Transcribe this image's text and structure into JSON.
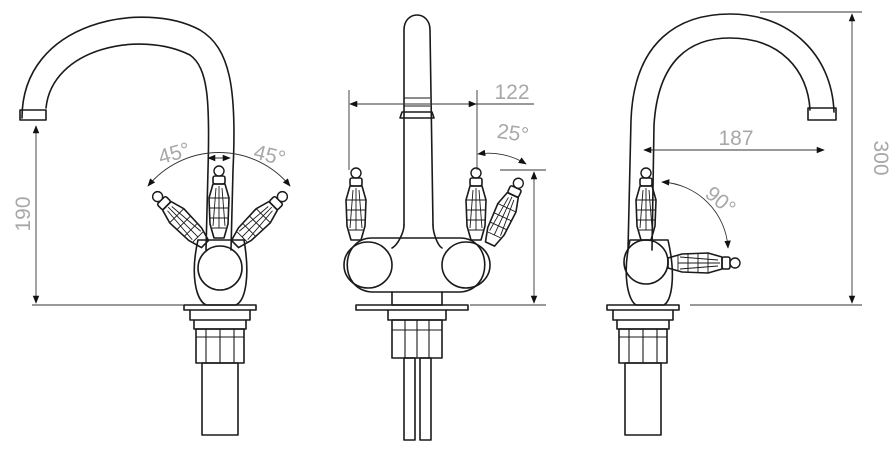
{
  "dimensions": {
    "left_height": "190",
    "left_angle_1": "45°",
    "left_angle_2": "45°",
    "center_spacing": "122",
    "center_angle": "25°",
    "right_reach": "187",
    "right_angle": "90°",
    "right_height": "300"
  },
  "colors": {
    "line": "#1a1a1a",
    "dimension_text": "#a8a8a8",
    "background": "#ffffff"
  }
}
